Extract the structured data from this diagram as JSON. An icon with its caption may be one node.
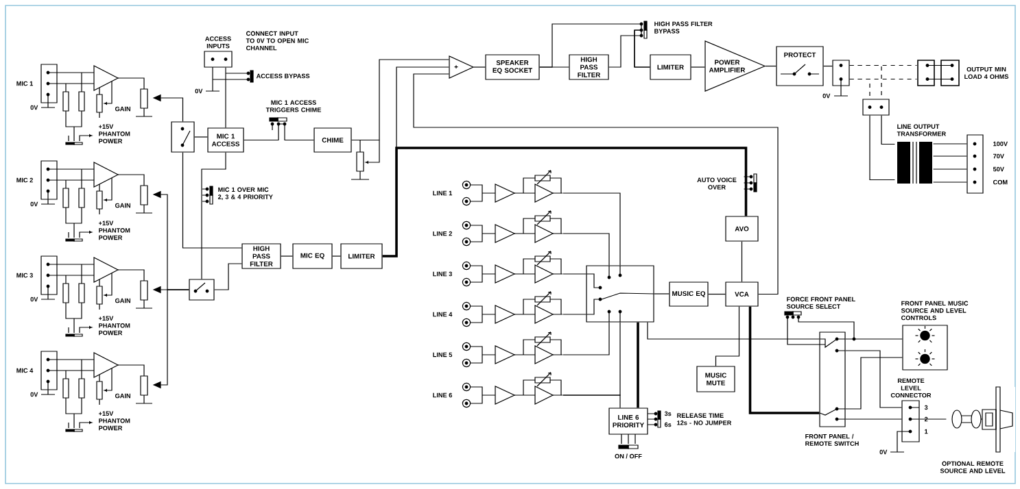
{
  "diagram": {
    "nodes": [
      {
        "text": [
          "ACCESS INPUTS"
        ]
      },
      {
        "text": [],
        "shape": "box"
      },
      {
        "text": [
          "MIC 1 ACCESS"
        ]
      },
      {
        "text": [
          "CHIME"
        ]
      },
      {
        "text": [],
        "shape": "box"
      },
      {
        "text": [
          "HIGH PASS FILTER"
        ]
      },
      {
        "text": [
          "MIC EQ"
        ]
      },
      {
        "text": [
          "LIMITER"
        ]
      },
      {
        "text": [
          "+"
        ]
      },
      {
        "text": [
          "SPEAKER EQ SOCKET"
        ]
      },
      {
        "text": [
          "HIGH PASS FILTER"
        ]
      },
      {
        "text": [
          "LIMITER"
        ]
      },
      {
        "text": [
          "POWER AMPLIFIER"
        ]
      },
      {
        "text": [
          "PROTECT"
        ]
      },
      {
        "text": [],
        "shape": "box"
      },
      {
        "text": [
          "OUTPUT MIN LOAD 4 OHMS"
        ]
      },
      {
        "text": [],
        "shape": "box"
      },
      {
        "text": [
          "LINE OUTPUT TRANSFORMER"
        ]
      },
      {
        "text": [],
        "shape": "box",
        "beside": [
          "100V",
          "70V",
          "50V",
          "COM"
        ]
      },
      {
        "text": [
          "LINE 1"
        ]
      },
      {
        "text": [
          "LINE 2"
        ]
      },
      {
        "text": [
          "LINE 3"
        ]
      },
      {
        "text": [
          "LINE 4"
        ]
      },
      {
        "text": [
          "LINE 5"
        ]
      },
      {
        "text": [
          "LINE 6"
        ]
      },
      {
        "text": [],
        "shape": "box"
      },
      {
        "text": [
          "MUSIC EQ"
        ]
      },
      {
        "text": [
          "AVO"
        ]
      },
      {
        "text": [
          "VCA"
        ]
      },
      {
        "text": [
          "MUSIC MUTE"
        ]
      },
      {
        "text": [
          "LINE 6 PRIORITY"
        ]
      },
      {
        "text": [
          "FRONT PANEL / REMOTE SWITCH"
        ]
      },
      {
        "text": [
          "FRONT PANEL MUSIC SOURCE AND LEVEL CONTROLS"
        ]
      },
      {
        "text": [
          "REMOTE LEVEL CONNECTOR"
        ]
      },
      {
        "text": [
          "OPTIONAL REMOTE SOURCE AND LEVEL"
        ]
      },
      {
        "text": [
          "MIC 1"
        ]
      },
      {
        "text": [
          "MIC 2"
        ]
      },
      {
        "text": [
          "MIC 3"
        ]
      },
      {
        "text": [
          "MIC 4"
        ]
      }
    ],
    "edges": [
      {
        "from": 0,
        "to": 2,
        "arrow": "none"
      },
      {
        "from": 1,
        "to": 2,
        "arrow": "none"
      },
      {
        "from": 2,
        "to": 3,
        "arrow": "none"
      },
      {
        "from": 2,
        "to": 4,
        "arrow": "none"
      },
      {
        "from": 1,
        "to": 5,
        "arrow": "none"
      },
      {
        "from": 4,
        "to": 5,
        "arrow": "none"
      },
      {
        "from": 1,
        "to": 35,
        "arrow": "to"
      },
      {
        "from": 4,
        "to": 37,
        "arrow": "to"
      },
      {
        "from": 4,
        "to": 36,
        "arrow": "to"
      },
      {
        "from": 4,
        "to": 38,
        "arrow": "to"
      },
      {
        "from": 5,
        "to": 6,
        "arrow": "none"
      },
      {
        "from": 6,
        "to": 7,
        "arrow": "none"
      },
      {
        "from": 7,
        "to": 8,
        "arrow": "none"
      },
      {
        "from": 3,
        "to": 8,
        "arrow": "none"
      },
      {
        "from": 8,
        "to": 9,
        "arrow": "none"
      },
      {
        "from": 9,
        "to": 10,
        "arrow": "none"
      },
      {
        "from": 10,
        "to": 11,
        "arrow": "none"
      },
      {
        "from": 9,
        "to": 11,
        "arrow": "none"
      },
      {
        "from": 11,
        "to": 12,
        "arrow": "none"
      },
      {
        "from": 12,
        "to": 13,
        "arrow": "none"
      },
      {
        "from": 13,
        "to": 14,
        "arrow": "none"
      },
      {
        "from": 14,
        "to": 15,
        "arrow": "none",
        "style": "dashed"
      },
      {
        "from": 14,
        "to": 16,
        "arrow": "none",
        "style": "dashed"
      },
      {
        "from": 16,
        "to": 17,
        "arrow": "none"
      },
      {
        "from": 17,
        "to": 18,
        "arrow": "none"
      },
      {
        "from": 19,
        "to": 25,
        "arrow": "none"
      },
      {
        "from": 20,
        "to": 25,
        "arrow": "none"
      },
      {
        "from": 21,
        "to": 25,
        "arrow": "none"
      },
      {
        "from": 22,
        "to": 25,
        "arrow": "none"
      },
      {
        "from": 23,
        "to": 25,
        "arrow": "none"
      },
      {
        "from": 24,
        "to": 25,
        "arrow": "none"
      },
      {
        "from": 24,
        "to": 30,
        "arrow": "none"
      },
      {
        "from": 25,
        "to": 26,
        "arrow": "none"
      },
      {
        "from": 26,
        "to": 28,
        "arrow": "none"
      },
      {
        "from": 27,
        "to": 28,
        "arrow": "none"
      },
      {
        "from": 28,
        "to": 8,
        "arrow": "none"
      },
      {
        "from": 7,
        "to": 27,
        "arrow": "none",
        "style": "thick"
      },
      {
        "from": 28,
        "to": 29,
        "arrow": "none"
      },
      {
        "from": 30,
        "to": 25,
        "arrow": "none",
        "style": "thick"
      },
      {
        "from": 25,
        "to": 31,
        "arrow": "none"
      },
      {
        "from": 28,
        "to": 31,
        "arrow": "none",
        "style": "thick"
      },
      {
        "from": 31,
        "to": 32,
        "arrow": "none"
      },
      {
        "from": 31,
        "to": 32,
        "arrow": "none"
      },
      {
        "from": 31,
        "to": 33,
        "arrow": "none"
      },
      {
        "from": 31,
        "to": 33,
        "arrow": "none"
      },
      {
        "from": 33,
        "to": 34,
        "arrow": "none"
      },
      {
        "from": 16,
        "to": 17,
        "arrow": "none"
      }
    ],
    "labels": [
      "CONNECT INPUT TO 0V TO OPEN MIC CHANNEL",
      "HIGH PASS FILTER BYPASS",
      "ACCESS BYPASS",
      "0V",
      "0V",
      "MIC 1 ACCESS TRIGGERS CHIME",
      "0V",
      "GAIN",
      "+15V PHANTOM POWER",
      "0V",
      "GAIN",
      "+15V PHANTOM POWER",
      "MIC 1 OVER MIC 2, 3 & 4 PRIORITY",
      "AUTO VOICE OVER",
      "0V",
      "GAIN",
      "+15V PHANTOM POWER",
      "FORCE FRONT PANEL SOURCE SELECT",
      "0V",
      "GAIN",
      "+15V PHANTOM POWER",
      "3",
      "2",
      "1",
      "3s",
      "6s",
      "RELEASE TIME 12s - NO JUMPER",
      "0V",
      "ON / OFF"
    ]
  }
}
